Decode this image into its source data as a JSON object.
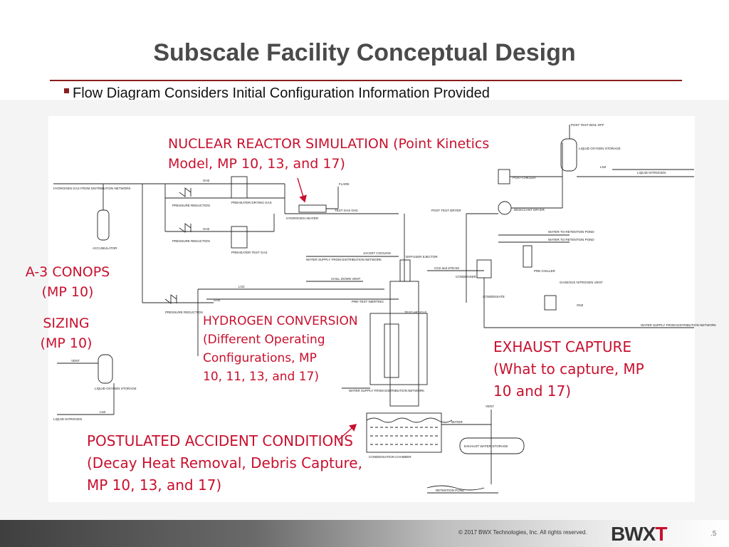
{
  "slide": {
    "title": "Subscale Facility Conceptual Design",
    "bullet": "Flow Diagram Considers Initial Configuration Information Provided",
    "page_number": ".5"
  },
  "annotations": {
    "reactor_l1": "NUCLEAR REACTOR SIMULATION (Point Kinetics",
    "reactor_l2": "Model, MP 10, 13, and 17)",
    "conops_l1": "A-3 CONOPS",
    "conops_l2": "(MP 10)",
    "sizing_l1": "SIZING",
    "sizing_l2": "(MP 10)",
    "hydrogen_l1": "HYDROGEN CONVERSION",
    "hydrogen_l2": "(Different Operating",
    "hydrogen_l3": "Configurations, MP",
    "hydrogen_l4": "10, 11, 13, and 17)",
    "exhaust_l1": "EXHAUST CAPTURE",
    "exhaust_l2": "(What to capture, MP",
    "exhaust_l3": "10 and 17)",
    "accident_l1": "POSTULATED ACCIDENT CONDITIONS",
    "accident_l2": "(Decay Heat Removal, Debris Capture,",
    "accident_l3": "MP 10, 13, and 17)"
  },
  "diagram_labels": {
    "h2_network": "HYDROGEN GAS FROM DISTRIBUTION NETWORK",
    "accumulator": "ACCUMULATOR",
    "pressure_reduction": "PRESSURE REDUCTION",
    "gh2": "GH2",
    "preheater_drying": "PREHEATER DRYING GAS",
    "preheater_test": "PREHEATER TEST GAS",
    "hydrogen_heater": "HYDROGEN HEATER",
    "flare": "FLARE",
    "test_gas_gh2": "TEST GAS GH2",
    "water_supply": "WATER SUPPLY FROM DISTRIBUTION NETWORK",
    "jacket_cooling": "JACKET COOLING",
    "diffuser_ejector": "DIFFUSER EJECTOR",
    "chill_down_vent": "CHILL DOWN VENT",
    "lo2": "LO2",
    "pre_test_inerting": "PRE-TEST INERTING",
    "test_article": "TEST ARTICLE",
    "condenser": "CONDENSER",
    "condensation_chamber": "CONDENSATION CHAMBER",
    "water": "WATER",
    "vent": "VENT",
    "exhaust_water_storage": "EXHAUST WATER STORAGE",
    "retention_pond": "RETENTION POND",
    "post_test_dryer": "POST TEST DRYER",
    "desiccant_dryer": "DESICCANT DRYER",
    "post_chiller": "POST-CHILLER",
    "pre_chiller": "PRE-CHILLER",
    "liquid_nitrogen": "LIQUID NITROGEN",
    "ln2": "LN2",
    "liquid_oxygen_storage": "LIQUID OXYGEN STORAGE",
    "post_test_boil_off": "POST TEST BOIL-OFF",
    "water_to_retention_pond": "WATER TO RETENTION POND",
    "gaseous_nitrogen_vent": "GASEOUS NITROGEN VENT",
    "gn2": "GN2",
    "condensate": "CONDENSATE",
    "co2_steam": "CO2 and STEAM"
  },
  "footer": {
    "copyright": "© 2017 BWX Technologies, Inc. All rights reserved.",
    "logo_main": "BWX",
    "logo_accent": "T"
  },
  "colors": {
    "title": "#4a4a4a",
    "accent": "#8b1d1d",
    "annotation": "#c8102e"
  }
}
